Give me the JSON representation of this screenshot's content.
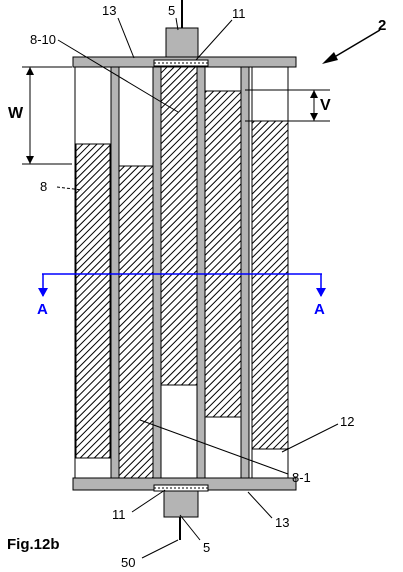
{
  "figure": {
    "caption": "Fig.12b",
    "labels": {
      "ref_2": "2",
      "ref_13_top": "13",
      "ref_5_top": "5",
      "ref_11_top": "11",
      "ref_8_10": "8-10",
      "ref_W": "W",
      "ref_V": "V",
      "ref_8": "8",
      "ref_A_left": "A",
      "ref_A_right": "A",
      "ref_12": "12",
      "ref_8_1": "8-1",
      "ref_11_bottom": "11",
      "ref_13_bottom": "13",
      "ref_5_bottom": "5",
      "ref_50": "50"
    }
  },
  "colors": {
    "plate_gray": "#b4b4b4",
    "hatch": "#000000",
    "section_line": "#0000ff",
    "accent_ref": "#d00000"
  }
}
